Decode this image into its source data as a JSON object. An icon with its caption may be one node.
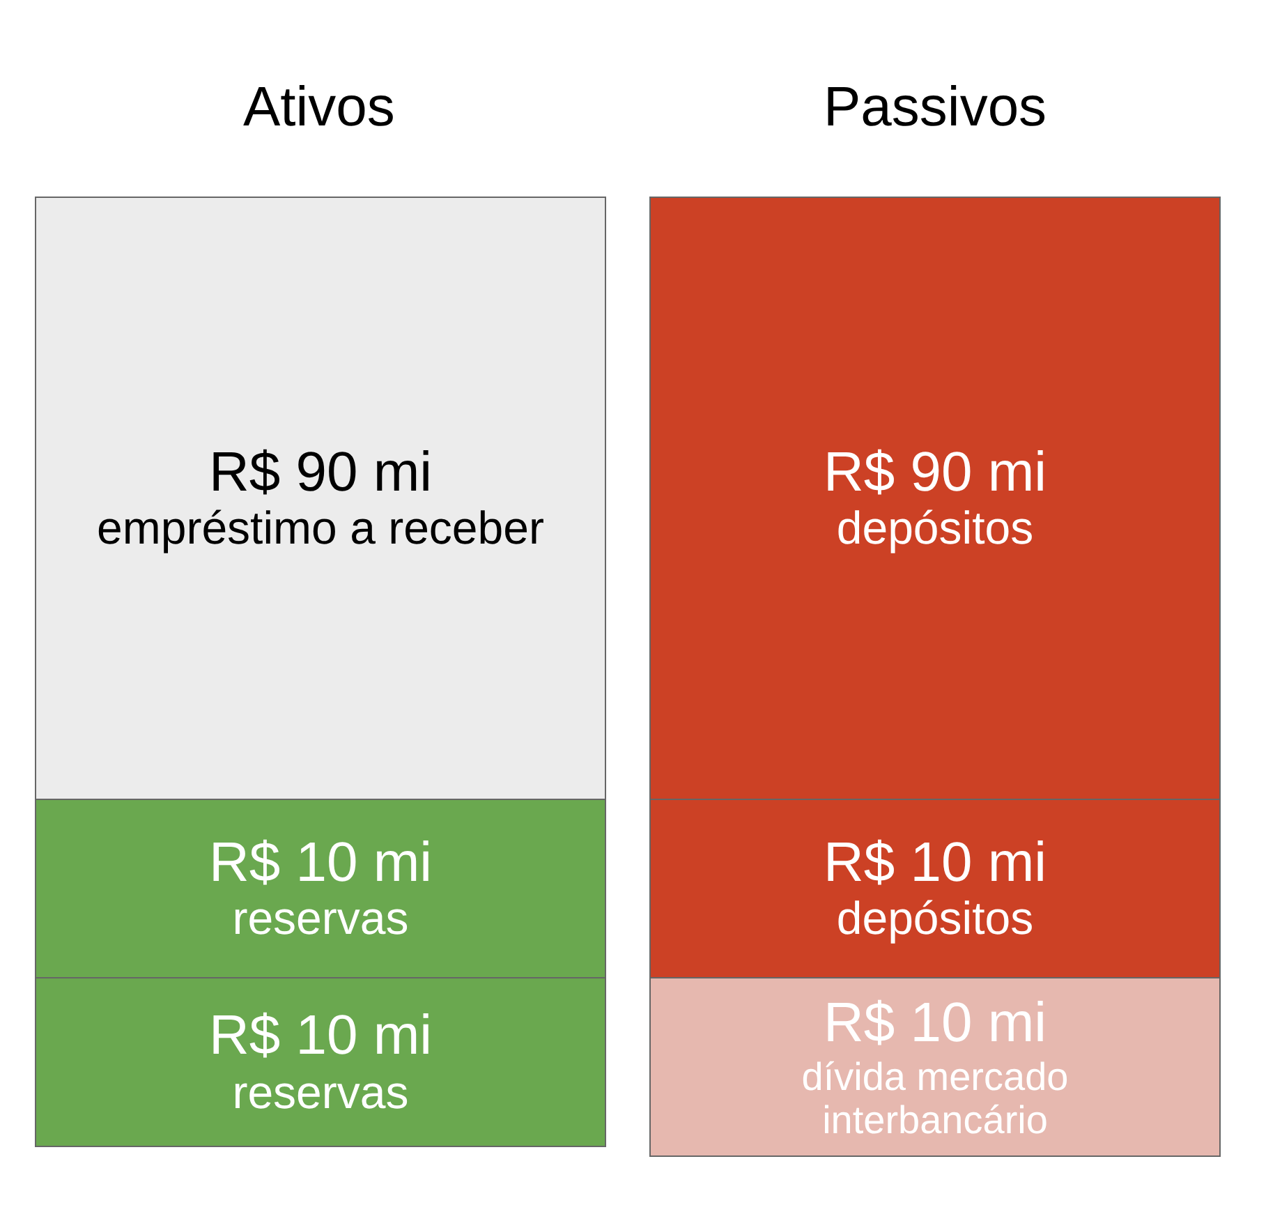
{
  "diagram": {
    "nodes": [
      {
        "text": [
          "R$ 90 mi",
          "empréstimo a receber"
        ]
      },
      {
        "text": [
          "R$ 10 mi",
          "reservas"
        ]
      },
      {
        "text": [
          "R$ 10 mi",
          "reservas"
        ]
      },
      {
        "text": [
          "R$ 90 mi",
          "depósitos"
        ]
      },
      {
        "text": [
          "R$ 10 mi",
          "depósitos"
        ]
      },
      {
        "text": [
          "R$ 10 mi",
          "dívida mercado interbancário"
        ]
      }
    ],
    "labels": [
      "Ativos",
      "Passivos"
    ]
  }
}
